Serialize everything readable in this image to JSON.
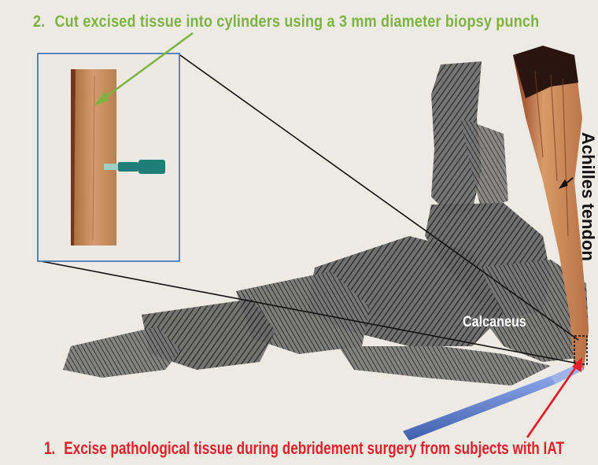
{
  "steps": [
    {
      "number": "2.",
      "text": "Cut excised tissue into cylinders using a 3 mm diameter biopsy punch"
    },
    {
      "number": "1.",
      "text": "Excise pathological tissue during debridement surgery from subjects with IAT"
    }
  ],
  "labels": {
    "calcaneus": "Calcaneus",
    "achilles": "Achilles tendon"
  },
  "colors": {
    "background": "#edeae3",
    "step2_text": "#7cb342",
    "step1_text": "#e0202a",
    "bone_sketch": "#3a3a3a",
    "tendon": "#c98a5a",
    "inset_border": "#4a78b5",
    "punch_tool": "#1f7f78",
    "scalpel": "#5a7bc8"
  },
  "icons": [
    "biopsy-punch-icon",
    "scalpel-icon",
    "tissue-sample-icon"
  ]
}
